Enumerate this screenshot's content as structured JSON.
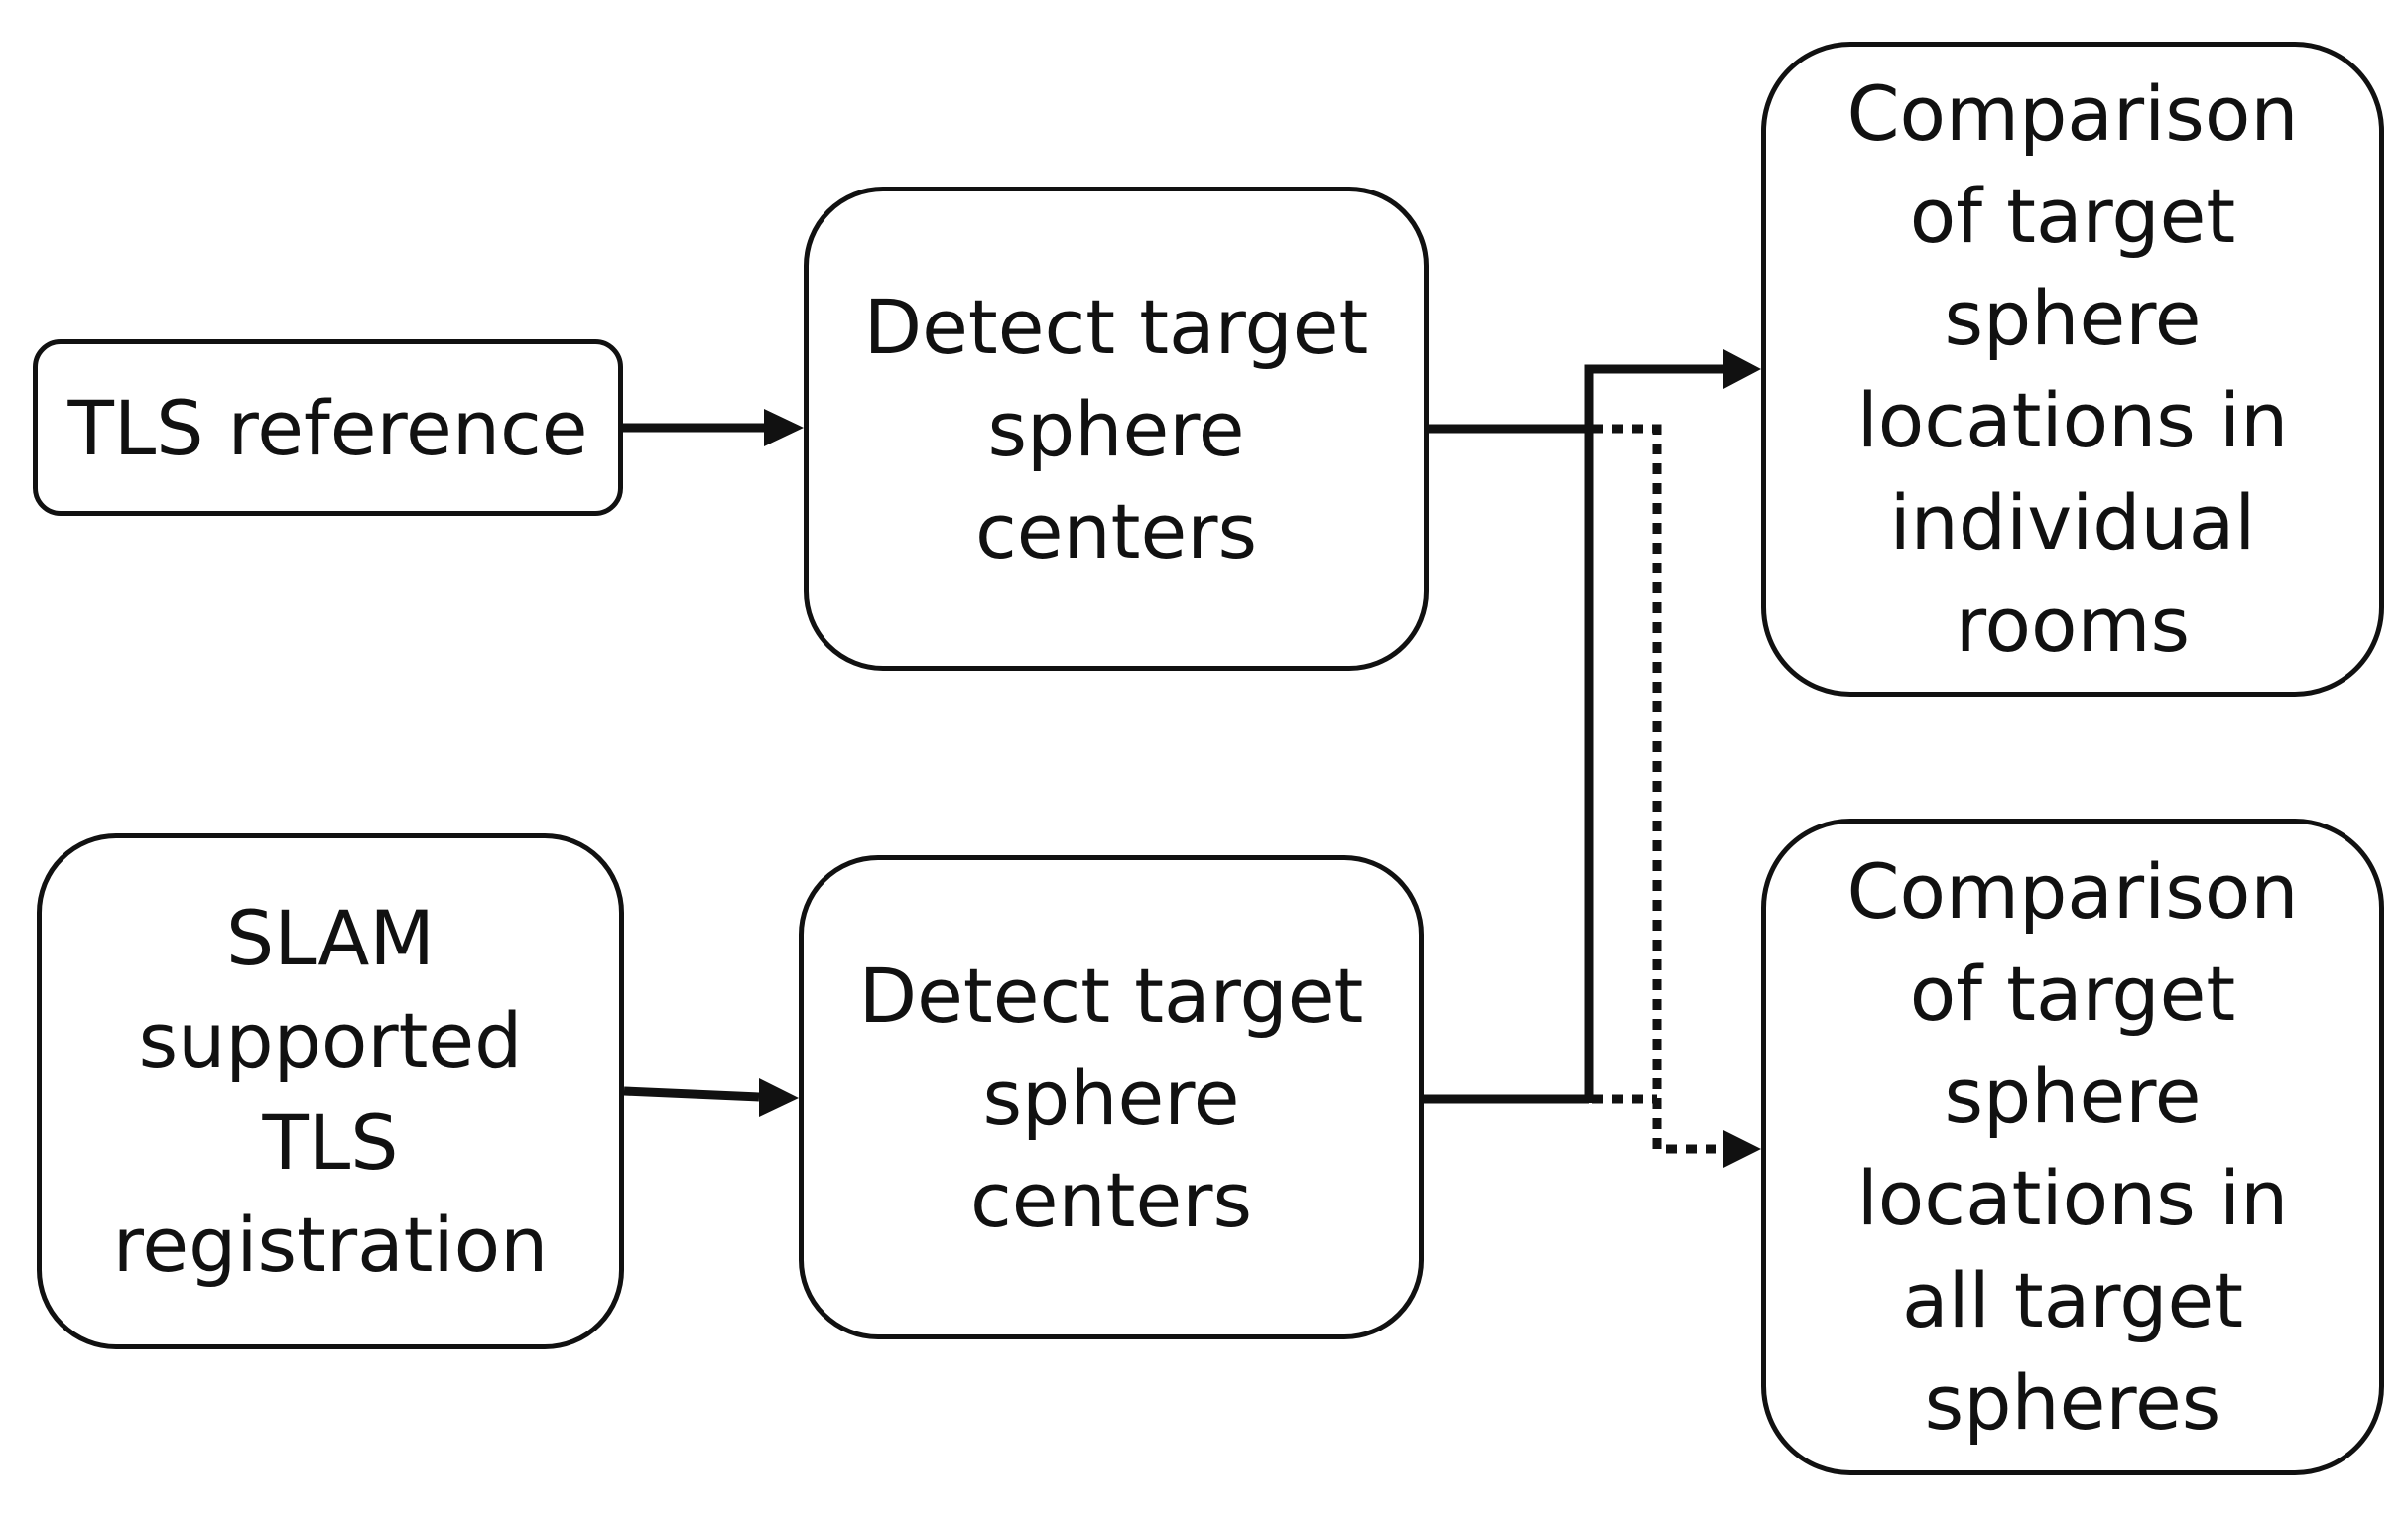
{
  "nodes": {
    "tls_reference": "TLS reference",
    "slam_registration": "SLAM\nsupported\nTLS\nregistration",
    "detect_top": "Detect target\nsphere\ncenters",
    "detect_bottom": "Detect target\nsphere\ncenters",
    "compare_rooms": "Comparison\nof target\nsphere\nlocations in\nindividual\nrooms",
    "compare_all": "Comparison\nof target\nsphere\nlocations in\nall target\nspheres"
  },
  "edge_styles": {
    "to_individual_rooms": "solid",
    "to_all_target_spheres": "dotted"
  },
  "colors": {
    "stroke": "#111111",
    "background": "#ffffff"
  }
}
